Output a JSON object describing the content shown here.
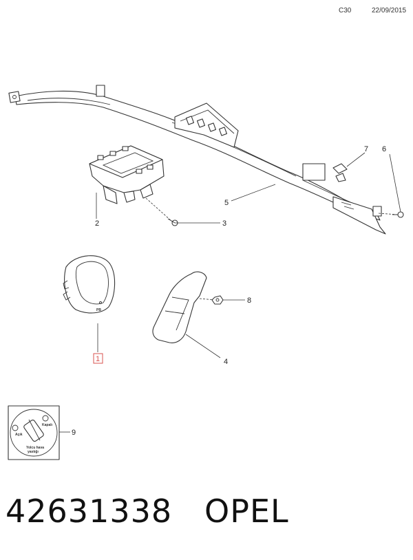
{
  "header": {
    "code": "C30",
    "date": "22/09/2015"
  },
  "callouts": {
    "c1": "1",
    "c2": "2",
    "c3": "3",
    "c4": "4",
    "c5": "5",
    "c6": "6",
    "c7": "7",
    "c8": "8",
    "c9": "9"
  },
  "label_card": {
    "open": "Açık",
    "closed": "Kapalı",
    "caption_line1": "Yolcu hava",
    "caption_line2": "yastığı"
  },
  "footer": {
    "part_number": "42631338",
    "brand": "OPEL"
  },
  "colors": {
    "highlight": "#d9534f",
    "line": "#333333"
  }
}
